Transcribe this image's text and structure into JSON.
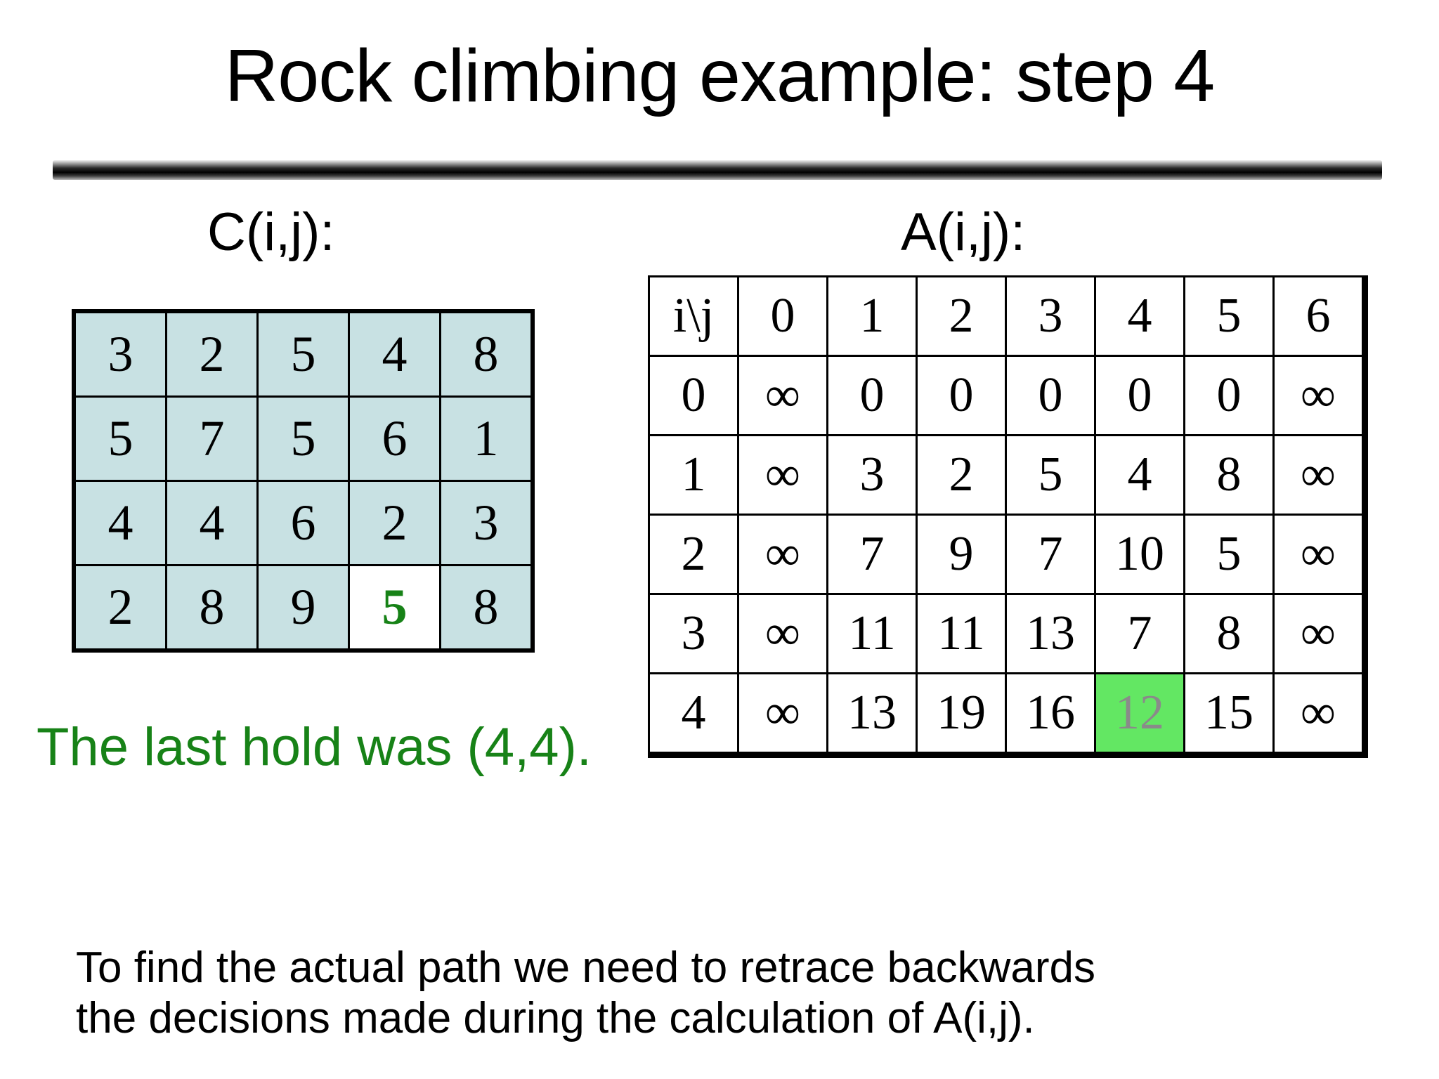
{
  "title": "Rock climbing example: step 4",
  "c_table": {
    "label": "C(i,j):",
    "rows": [
      [
        "3",
        "2",
        "5",
        "4",
        "8"
      ],
      [
        "5",
        "7",
        "5",
        "6",
        "1"
      ],
      [
        "4",
        "4",
        "6",
        "2",
        "3"
      ],
      [
        "2",
        "8",
        "9",
        "5",
        "8"
      ]
    ],
    "highlight": {
      "row": 3,
      "col": 3
    }
  },
  "a_table": {
    "label": "A(i,j):",
    "rows": [
      [
        "i\\j",
        "0",
        "1",
        "2",
        "3",
        "4",
        "5",
        "6"
      ],
      [
        "0",
        "∞",
        "0",
        "0",
        "0",
        "0",
        "0",
        "∞"
      ],
      [
        "1",
        "∞",
        "3",
        "2",
        "5",
        "4",
        "8",
        "∞"
      ],
      [
        "2",
        "∞",
        "7",
        "9",
        "7",
        "10",
        "5",
        "∞"
      ],
      [
        "3",
        "∞",
        "11",
        "11",
        "13",
        "7",
        "8",
        "∞"
      ],
      [
        "4",
        "∞",
        "13",
        "19",
        "16",
        "12",
        "15",
        "∞"
      ]
    ],
    "highlight": {
      "row": 5,
      "col": 5
    }
  },
  "note": "The last hold was (4,4).",
  "footer": {
    "line1": "To find the actual path we need to retrace backwards",
    "line2": "the decisions made during the calculation of A(i,j)."
  },
  "colors": {
    "cell_blue": "#c8e1e3",
    "highlight_green": "#63e763",
    "highlight_gray_text": "#8a8a8a",
    "accent_green": "#178217",
    "border_black": "#000000"
  }
}
